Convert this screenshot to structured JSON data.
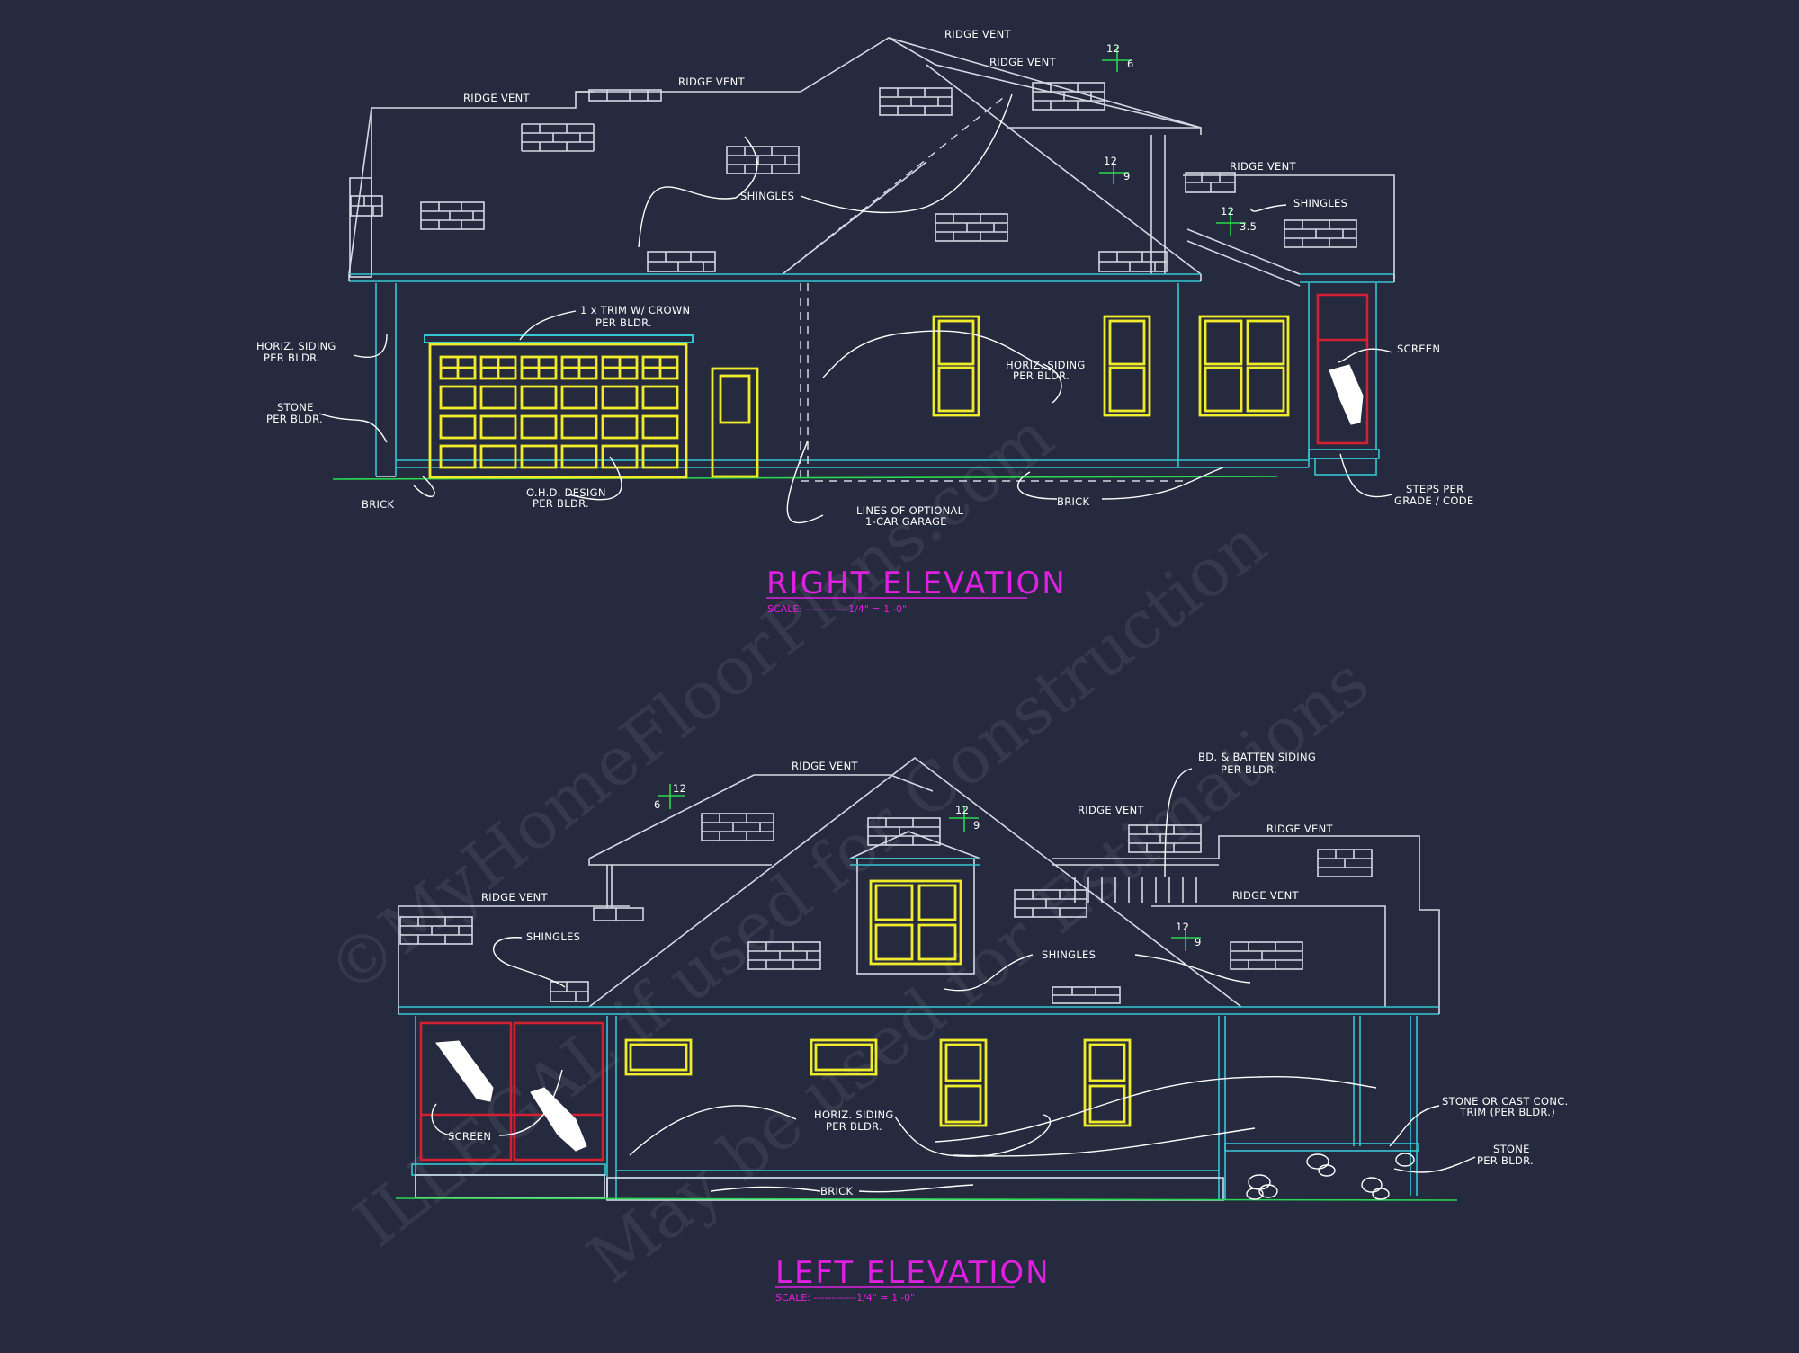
{
  "right_elevation": {
    "title": "RIGHT ELEVATION",
    "scale": "SCALE: ------------1/4\" = 1'-0\"",
    "labels": {
      "ridge_vent_1": "RIDGE VENT",
      "ridge_vent_2": "RIDGE VENT",
      "ridge_vent_3": "RIDGE VENT",
      "ridge_vent_4": "RIDGE VENT",
      "ridge_vent_5": "RIDGE VENT",
      "shingles_1": "SHINGLES",
      "shingles_2": "SHINGLES",
      "trim_line1": "1 x TRIM W/ CROWN",
      "trim_line2": "PER BLDR.",
      "horiz_siding_left_1": "HORIZ. SIDING",
      "horiz_siding_left_2": "PER BLDR.",
      "stone_1": "STONE",
      "stone_2": "PER BLDR.",
      "brick_left": "BRICK",
      "ohd_1": "O.H.D. DESIGN",
      "ohd_2": "PER BLDR.",
      "optional_1": "LINES OF OPTIONAL",
      "optional_2": "1-CAR GARAGE",
      "horiz_siding_mid_1": "HORIZ. SIDING",
      "horiz_siding_mid_2": "PER BLDR.",
      "brick_right": "BRICK",
      "screen": "SCREEN",
      "steps_1": "STEPS PER",
      "steps_2": "GRADE / CODE",
      "pitch_a_rise": "12",
      "pitch_a_run": "6",
      "pitch_b_rise": "12",
      "pitch_b_run": "9",
      "pitch_c_rise": "12",
      "pitch_c_run": "3.5"
    }
  },
  "left_elevation": {
    "title": "LEFT ELEVATION",
    "scale": "SCALE: ------------1/4\" = 1'-0\"",
    "labels": {
      "ridge_vent_top": "RIDGE VENT",
      "ridge_vent_left": "RIDGE VENT",
      "ridge_vent_mid": "RIDGE VENT",
      "ridge_vent_right1": "RIDGE VENT",
      "ridge_vent_right2": "RIDGE VENT",
      "batten_1": "BD. & BATTEN SIDING",
      "batten_2": "PER BLDR.",
      "shingles_left": "SHINGLES",
      "shingles_mid": "SHINGLES",
      "screen": "SCREEN",
      "horiz_siding_1": "HORIZ. SIDING",
      "horiz_siding_2": "PER BLDR.",
      "brick": "BRICK",
      "stone_trim_1": "STONE OR CAST CONC.",
      "stone_trim_2": "TRIM (PER BLDR.)",
      "stone_1": "STONE",
      "stone_2": "PER BLDR.",
      "pitch_a_rise": "12",
      "pitch_a_run": "6",
      "pitch_b_rise": "12",
      "pitch_b_run": "9",
      "pitch_c_rise": "12",
      "pitch_c_run": "9"
    }
  },
  "watermark": {
    "line1": "©MyHomeFloorPlans.com",
    "line2": "ILLEGAL if used for Construction",
    "line3": "May be used for Estimations"
  },
  "colors": {
    "background": "#252a3e",
    "title": "#e020e0",
    "windows": "#f0ec2a",
    "trim": "#35c6d4",
    "screen_frame": "#d42030",
    "grade": "#28d850"
  }
}
